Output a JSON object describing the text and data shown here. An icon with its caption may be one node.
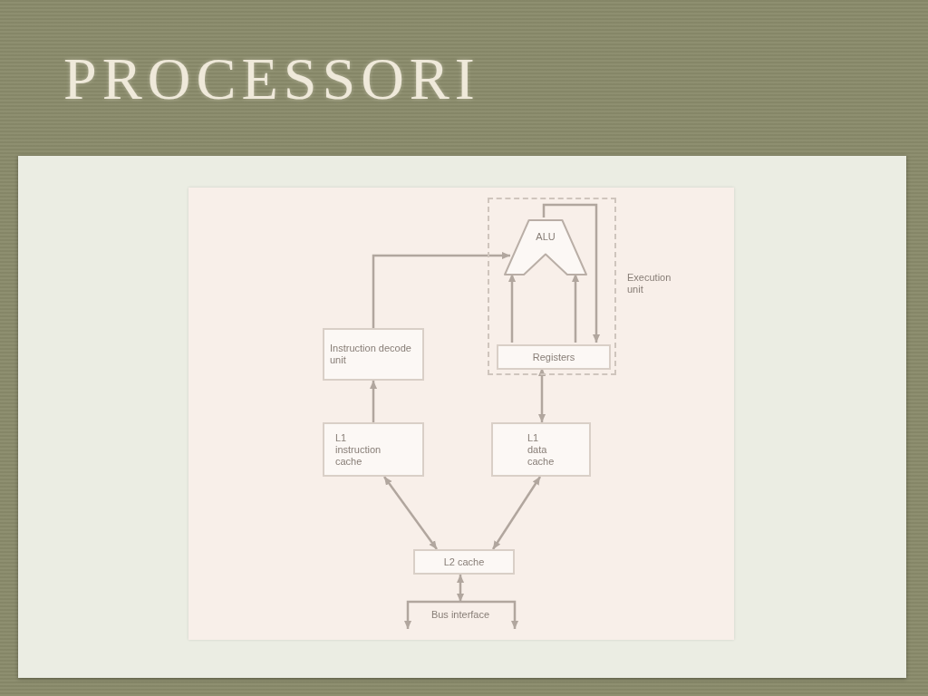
{
  "diagram": {
    "title": "PROCESSORI",
    "nodes": [
      {
        "text": [
          "Execution unit"
        ]
      },
      {
        "text": [
          "ALU"
        ],
        "in": 0
      },
      {
        "text": [
          "Registers"
        ],
        "in": 0
      },
      {
        "text": [
          "Instruction decode unit"
        ]
      },
      {
        "text": [
          "L1 instruction cache"
        ]
      },
      {
        "text": [
          "L1 data cache"
        ]
      },
      {
        "text": [
          "L2 cache"
        ]
      },
      {
        "text": [
          "Bus interface"
        ]
      }
    ],
    "edges": [
      {
        "from": 3,
        "to": 1,
        "arrow": "to"
      },
      {
        "from": 2,
        "to": 1,
        "arrow": "to"
      },
      {
        "from": 2,
        "to": 1,
        "arrow": "to"
      },
      {
        "from": 1,
        "to": 2,
        "arrow": "to"
      },
      {
        "from": 4,
        "to": 3,
        "arrow": "to"
      },
      {
        "from": 2,
        "to": 5,
        "arrow": "both"
      },
      {
        "from": 4,
        "to": 6,
        "arrow": "both"
      },
      {
        "from": 5,
        "to": 6,
        "arrow": "both"
      },
      {
        "from": 6,
        "to": 7,
        "arrow": "both"
      },
      {
        "from": 7,
        "to": null,
        "arrow": "to"
      },
      {
        "from": 7,
        "to": null,
        "arrow": "to"
      }
    ]
  }
}
